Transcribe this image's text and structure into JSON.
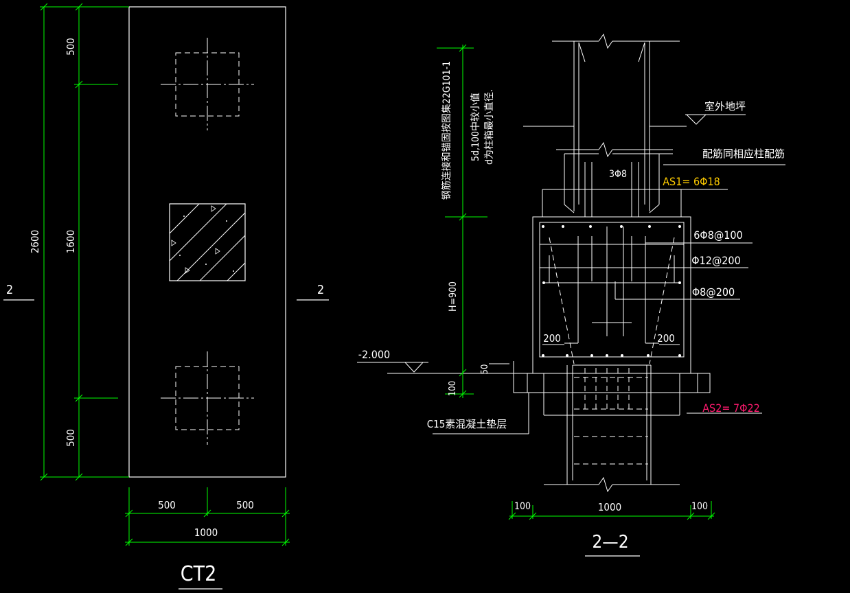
{
  "colors": {
    "background": "#000000",
    "outline": "#ffffff",
    "dimension": "#00ff00",
    "as1": "#ffcc00",
    "as2": "#ff1a6e"
  },
  "plan": {
    "title": "CT2",
    "section_mark": "2",
    "dims": {
      "left_total": "2600",
      "left_top": "500",
      "left_mid": "1600",
      "left_bottom": "500",
      "bottom_left": "500",
      "bottom_right": "500",
      "bottom_total": "1000"
    }
  },
  "section": {
    "title": "2—2",
    "note1": "钢筋连接和锚固按图集22G101-1",
    "note2": "5d,100中较小值",
    "note3": "d为柱箱最小直径.",
    "height_dim": "H=900",
    "dim_100_left": "100",
    "elevation": "-2.000",
    "dim_50": "50",
    "cushion_label": "C15素混凝土垫层",
    "ground_label": "室外地坪",
    "column_rebar_label": "配筋同相应柱配筋",
    "stirrup_top": "3Φ8",
    "as1": "AS1=  6Φ18",
    "rebar1": "6Φ8@100",
    "rebar2": "Φ12@200",
    "rebar3": "Φ8@200",
    "dim_200_left": "200",
    "dim_200_right": "200",
    "as2": "AS2= 7Φ22",
    "bottom_dims": {
      "left": "100",
      "mid": "1000",
      "right": "100"
    }
  }
}
